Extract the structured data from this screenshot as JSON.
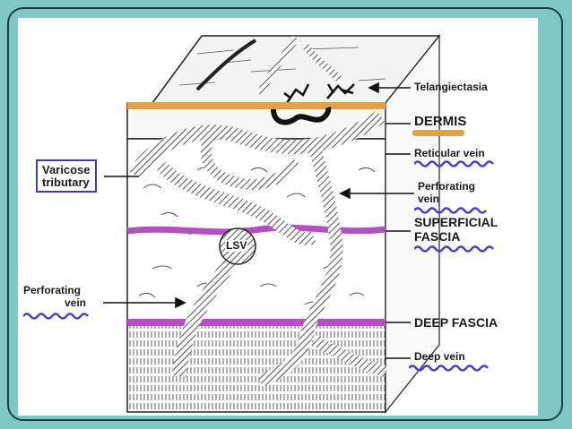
{
  "labels": {
    "telangiectasia": "Telangiectasia",
    "dermis": "DERMIS",
    "reticular_vein": "Reticular vein",
    "perforating_vein_right_1": "Perforating",
    "perforating_vein_right_2": "vein",
    "superficial_fascia_1": "SUPERFICIAL",
    "superficial_fascia_2": "FASCIA",
    "deep_fascia": "DEEP FASCIA",
    "deep_vein": "Deep vein",
    "varicose_tributary_1": "Varicose",
    "varicose_tributary_2": "tributary",
    "perforating_vein_left_1": "Perforating",
    "perforating_vein_left_2": "vein",
    "lsv": "LSV"
  },
  "colors": {
    "background": "#7fc7c4",
    "frame": "#1f3f46",
    "dermis_band": "#e6a23c",
    "fascia_band": "#b44fc4",
    "wavy_underline": "#4a3fbf",
    "box_border": "#3f3fa3"
  }
}
